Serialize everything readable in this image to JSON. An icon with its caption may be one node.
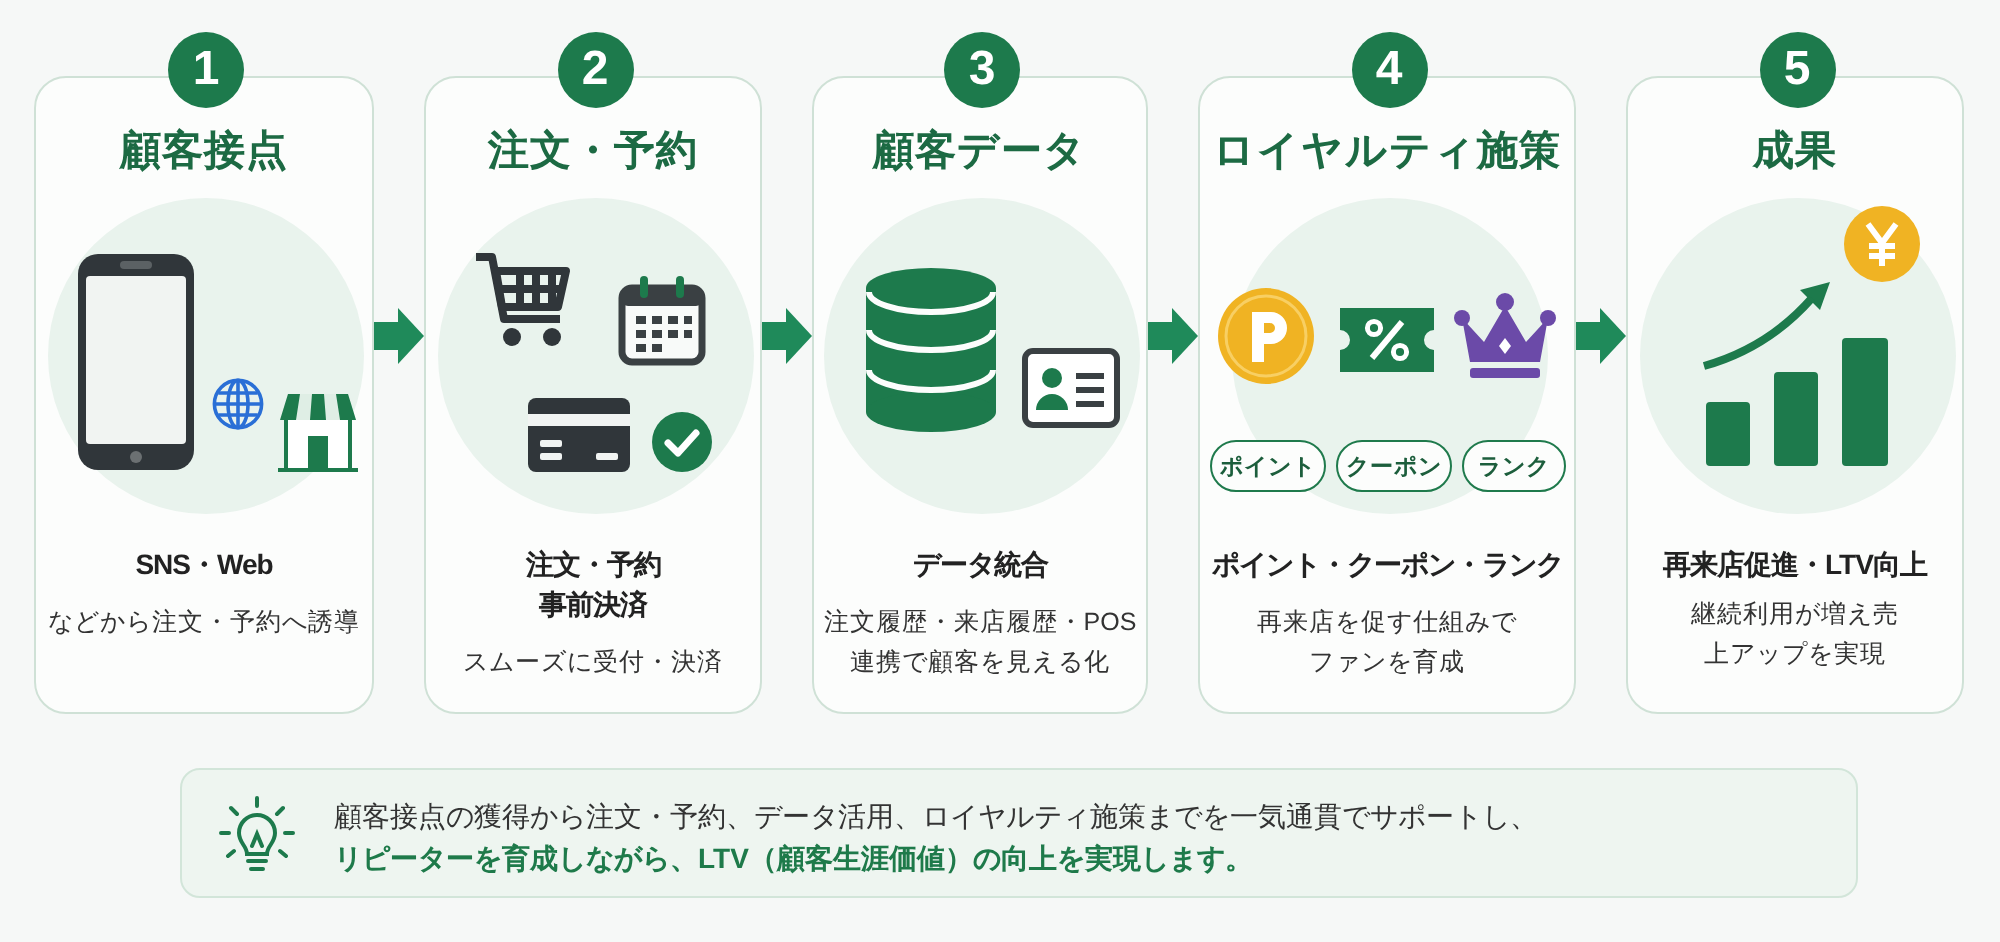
{
  "diagram": {
    "nodes": [
      {
        "text": [
          "1",
          "顧客接点",
          "SNS・Web",
          "などから注文・予約へ誘導"
        ]
      },
      {
        "text": [
          "2",
          "注文・予約",
          "注文・予約事前決済",
          "スムーズに受付・決済"
        ]
      },
      {
        "text": [
          "3",
          "顧客データ",
          "データ統合",
          "注文履歴・来店履歴・POS連携で顧客を見える化"
        ]
      },
      {
        "text": [
          "4",
          "ロイヤルティ施策",
          "ポイント・クーポン・ランク",
          "再来店を促す仕組みでファンを育成"
        ]
      },
      {
        "text": [
          "ポイント"
        ],
        "in": 3
      },
      {
        "text": [
          "クーポン"
        ],
        "in": 3
      },
      {
        "text": [
          "ランク"
        ],
        "in": 3
      },
      {
        "text": [
          "5",
          "成果",
          "再来店促進・LTV向上",
          "継続利用が増え売上アップを実現"
        ]
      },
      {
        "text": [
          "顧客接点の獲得から注文・予約、データ活用、ロイヤルティ施策までを一気通貫でサポートし、",
          "リピーターを育成しながら、LTV（顧客生涯価値）の向上を実現します。"
        ]
      }
    ],
    "edges": [
      {
        "from": 0,
        "to": 1,
        "arrow": "to"
      },
      {
        "from": 1,
        "to": 2,
        "arrow": "to"
      },
      {
        "from": 2,
        "to": 3,
        "arrow": "to"
      },
      {
        "from": 3,
        "to": 7,
        "arrow": "to"
      }
    ]
  }
}
